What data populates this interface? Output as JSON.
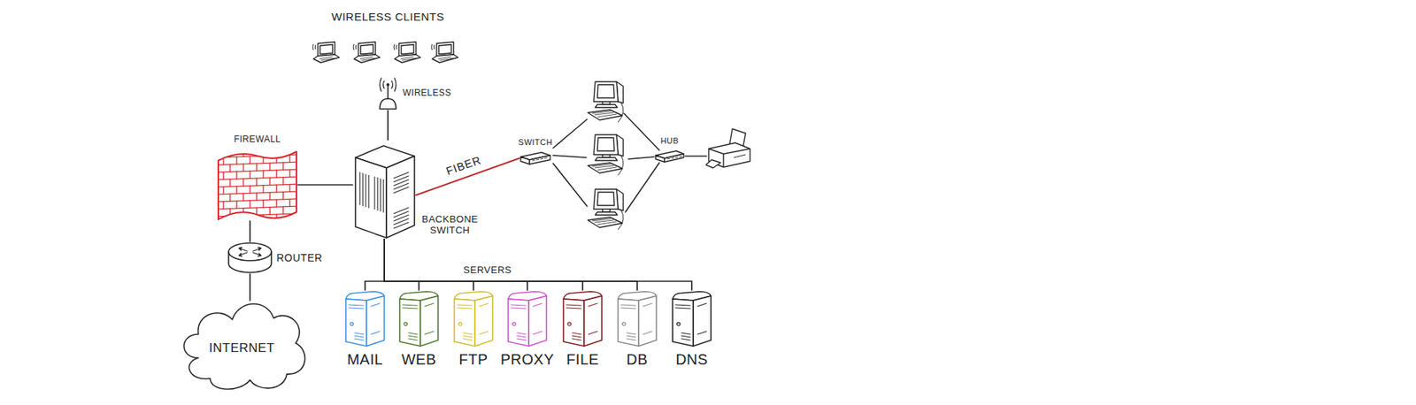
{
  "diagram": {
    "nodes": [
      {
        "text": [
          "WIRELESS"
        ]
      },
      {
        "text": [
          "FIREWALL"
        ]
      },
      {
        "text": [
          "BACKBONE SWITCH"
        ]
      },
      {
        "text": [
          "SWITCH"
        ]
      },
      {
        "text": [
          "HUB"
        ]
      },
      {
        "text": [
          "ROUTER"
        ]
      },
      {
        "text": [
          "INTERNET"
        ]
      },
      {
        "text": [
          "MAIL"
        ]
      },
      {
        "text": [
          "WEB"
        ]
      },
      {
        "text": [
          "FTP"
        ]
      },
      {
        "text": [
          "PROXY"
        ]
      },
      {
        "text": [
          "FILE"
        ]
      },
      {
        "text": [
          "DB"
        ]
      },
      {
        "text": [
          "DNS"
        ]
      }
    ],
    "edges": [
      {
        "from": 2,
        "to": 0,
        "arrow": "none"
      },
      {
        "from": 1,
        "to": 2,
        "arrow": "none"
      },
      {
        "from": 1,
        "to": 5,
        "arrow": "none"
      },
      {
        "from": 5,
        "to": 6,
        "arrow": "none"
      },
      {
        "from": 2,
        "to": 3,
        "label": "FIBER",
        "arrow": "none"
      },
      {
        "from": 2,
        "to": 7,
        "arrow": "none"
      },
      {
        "from": 2,
        "to": 8,
        "arrow": "none"
      },
      {
        "from": 2,
        "to": 9,
        "arrow": "none"
      },
      {
        "from": 2,
        "to": 10,
        "arrow": "none"
      },
      {
        "from": 2,
        "to": 11,
        "arrow": "none"
      },
      {
        "from": 2,
        "to": 12,
        "arrow": "none"
      },
      {
        "from": 2,
        "to": 13,
        "arrow": "none"
      }
    ],
    "labels": [
      "WIRELESS CLIENTS",
      "SERVERS"
    ]
  }
}
